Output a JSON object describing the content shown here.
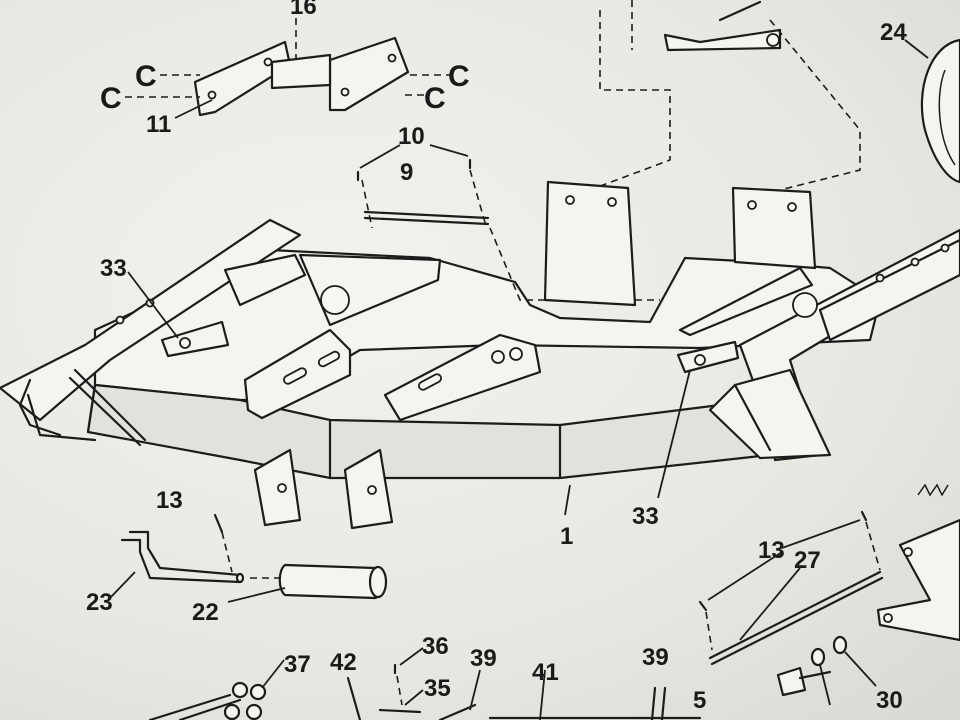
{
  "callouts": {
    "c16": "16",
    "c11": "11",
    "cC1": "C",
    "cC2": "C",
    "cC3": "C",
    "cC4": "C",
    "c10": "10",
    "c9": "9",
    "c24": "24",
    "c33a": "33",
    "c33b": "33",
    "c1": "1",
    "c13a": "13",
    "c13b": "13",
    "c23": "23",
    "c22": "22",
    "c27": "27",
    "c37": "37",
    "c42": "42",
    "c36": "36",
    "c35": "35",
    "c39a": "39",
    "c41": "41",
    "c39b": "39",
    "c5a": "5",
    "c30": "30"
  }
}
